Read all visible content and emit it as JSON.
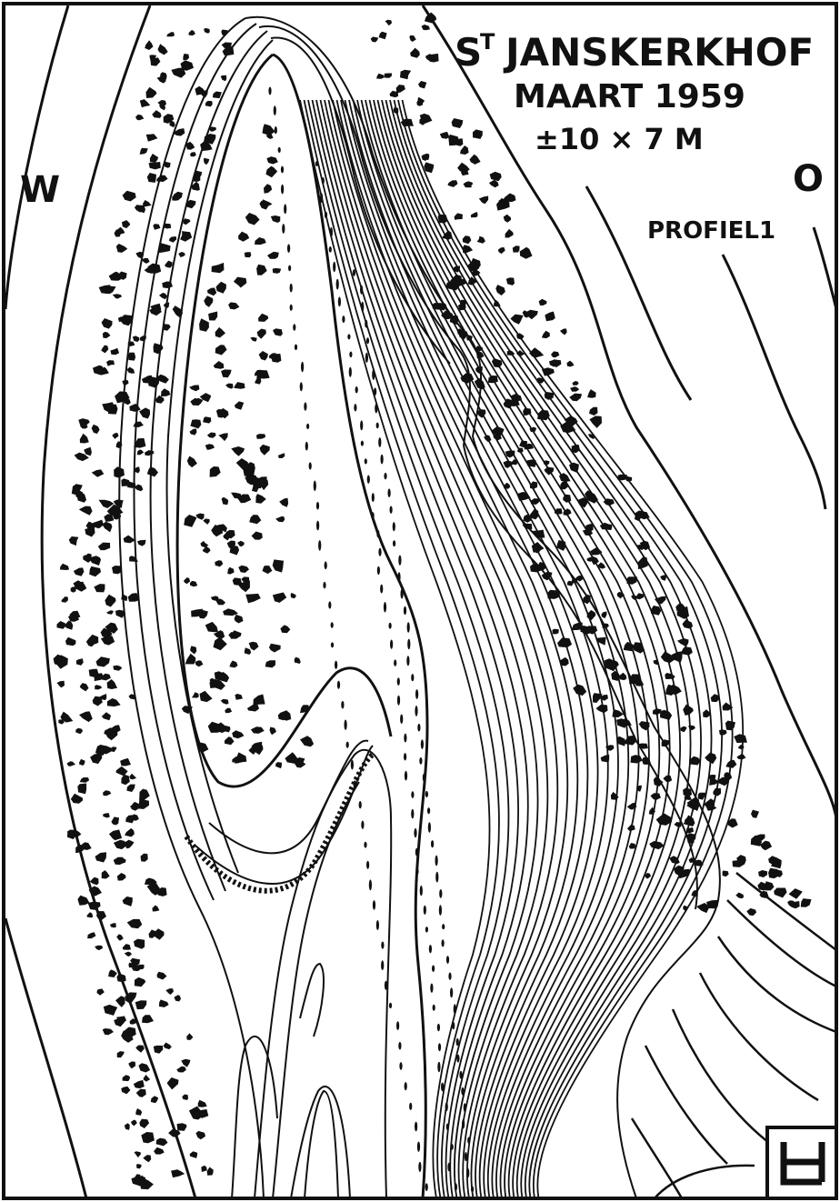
{
  "title": {
    "prefix_sup": "T",
    "prefix_s": "S",
    "place": "JANSKERKHOF",
    "date": "MAART 1959",
    "size": "±10 × 7 M"
  },
  "compass": {
    "west": "W",
    "east": "O"
  },
  "profile_label": "PROFIEL1",
  "corner_mark": "H"
}
